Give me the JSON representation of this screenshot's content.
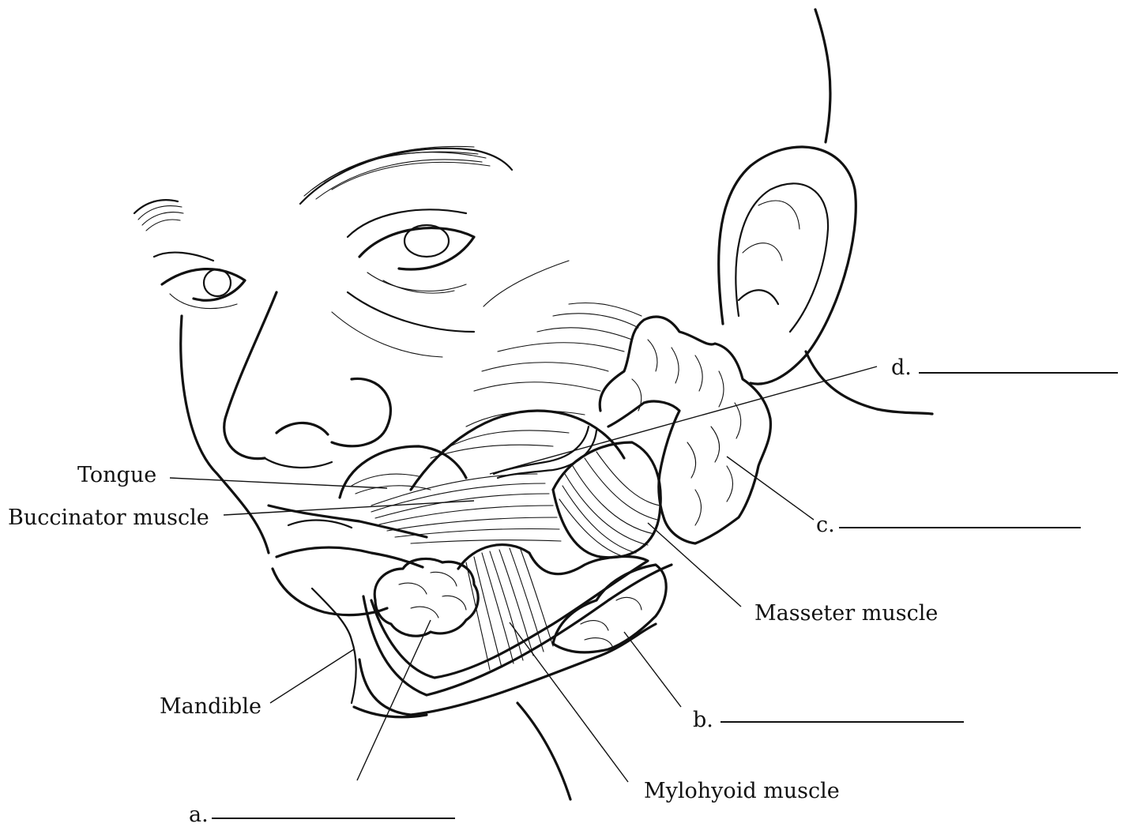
{
  "labels": {
    "tongue": "Tongue",
    "buccinator": "Buccinator muscle",
    "mandible": "Mandible",
    "masseter": "Masseter muscle",
    "mylohyoid": "Mylohyoid muscle",
    "a": "a.",
    "b": "b.",
    "c": "c.",
    "d": "d."
  }
}
